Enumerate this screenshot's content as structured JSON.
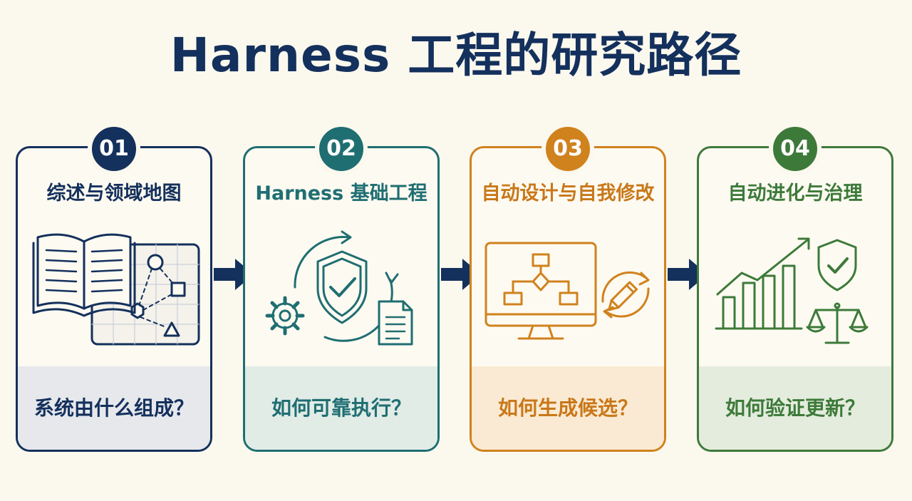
{
  "title": "Harness 工程的研究路径",
  "steps": [
    {
      "number": "01",
      "title": "综述与领域地图",
      "question": "系统由什么组成？",
      "color": "#14305c",
      "icon": "book-with-map-icon"
    },
    {
      "number": "02",
      "title": "Harness 基础工程",
      "question": "如何可靠执行？",
      "color": "#1f6e72",
      "icon": "shield-gear-document-cycle-icon"
    },
    {
      "number": "03",
      "title": "自动设计与自我修改",
      "question": "如何生成候选？",
      "color": "#d0821d",
      "icon": "monitor-flowchart-pencil-icon"
    },
    {
      "number": "04",
      "title": "自动进化与治理",
      "question": "如何验证更新？",
      "color": "#3d7a3a",
      "icon": "growth-chart-shield-scales-icon"
    }
  ],
  "arrow_color": "#14305c"
}
